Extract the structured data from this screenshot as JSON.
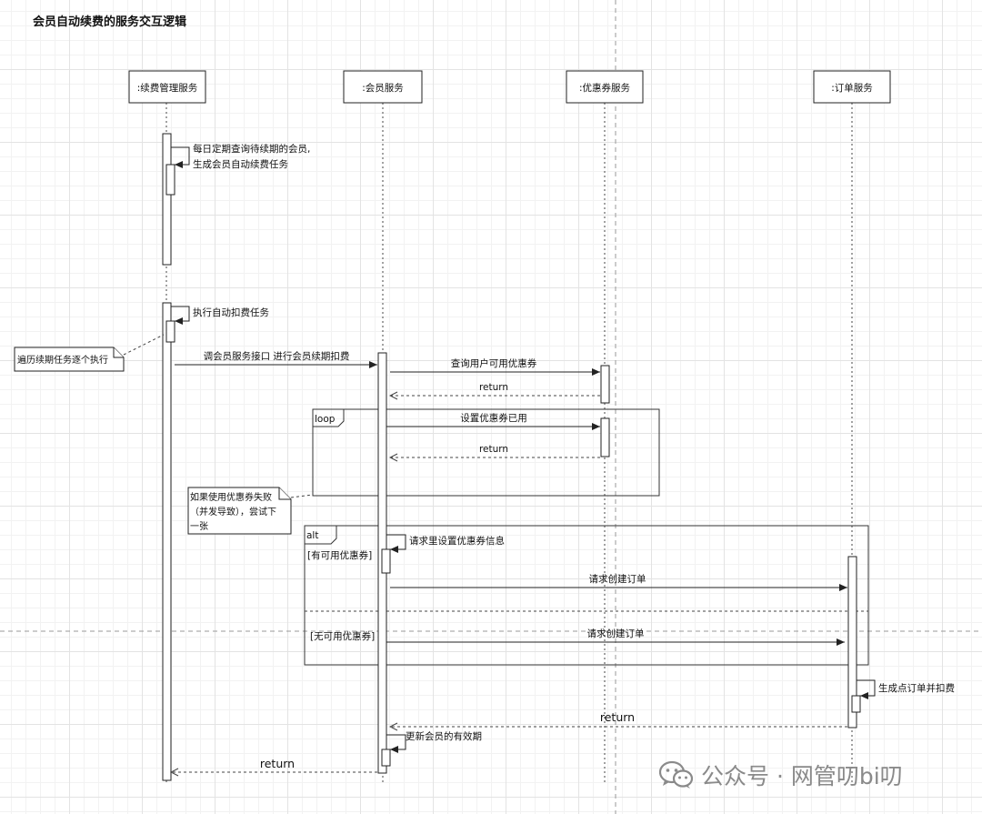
{
  "title": "会员自动续费的服务交互逻辑",
  "participants": [
    {
      "id": "p1",
      "label": ":续费管理服务"
    },
    {
      "id": "p2",
      "label": ":会员服务"
    },
    {
      "id": "p3",
      "label": ":优惠券服务"
    },
    {
      "id": "p4",
      "label": ":订单服务"
    }
  ],
  "messages": {
    "daily_query_line1": "每日定期查询待续期的会员,",
    "daily_query_line2": "生成会员自动续费任务",
    "execute_task": "执行自动扣费任务",
    "call_member": "调会员服务接口 进行会员续期扣费",
    "query_coupons": "查询用户可用优惠券",
    "return_1": "return",
    "set_coupon_used": "设置优惠券已用",
    "return_2": "return",
    "set_coupon_info": "请求里设置优惠券信息",
    "create_order_1": "请求创建订单",
    "create_order_2": "请求创建订单",
    "generate_order": "生成点订单并扣费",
    "return_3": "return",
    "update_expiry": "更新会员的有效期",
    "return_4": "return"
  },
  "notes": {
    "iterate_line1": "遍历续期任务逐个执行",
    "coupon_fail_line1": "如果使用优惠券失败",
    "coupon_fail_line2": "（并发导致），尝试下",
    "coupon_fail_line3": "一张"
  },
  "fragments": {
    "loop_label": "loop",
    "alt_label": "alt",
    "alt_guard_1": "[有可用优惠券]",
    "alt_guard_2": "[无可用优惠券]"
  },
  "watermark": {
    "text": "公众号 · 网管叨bi叨",
    "icon": "wechat-icon"
  }
}
